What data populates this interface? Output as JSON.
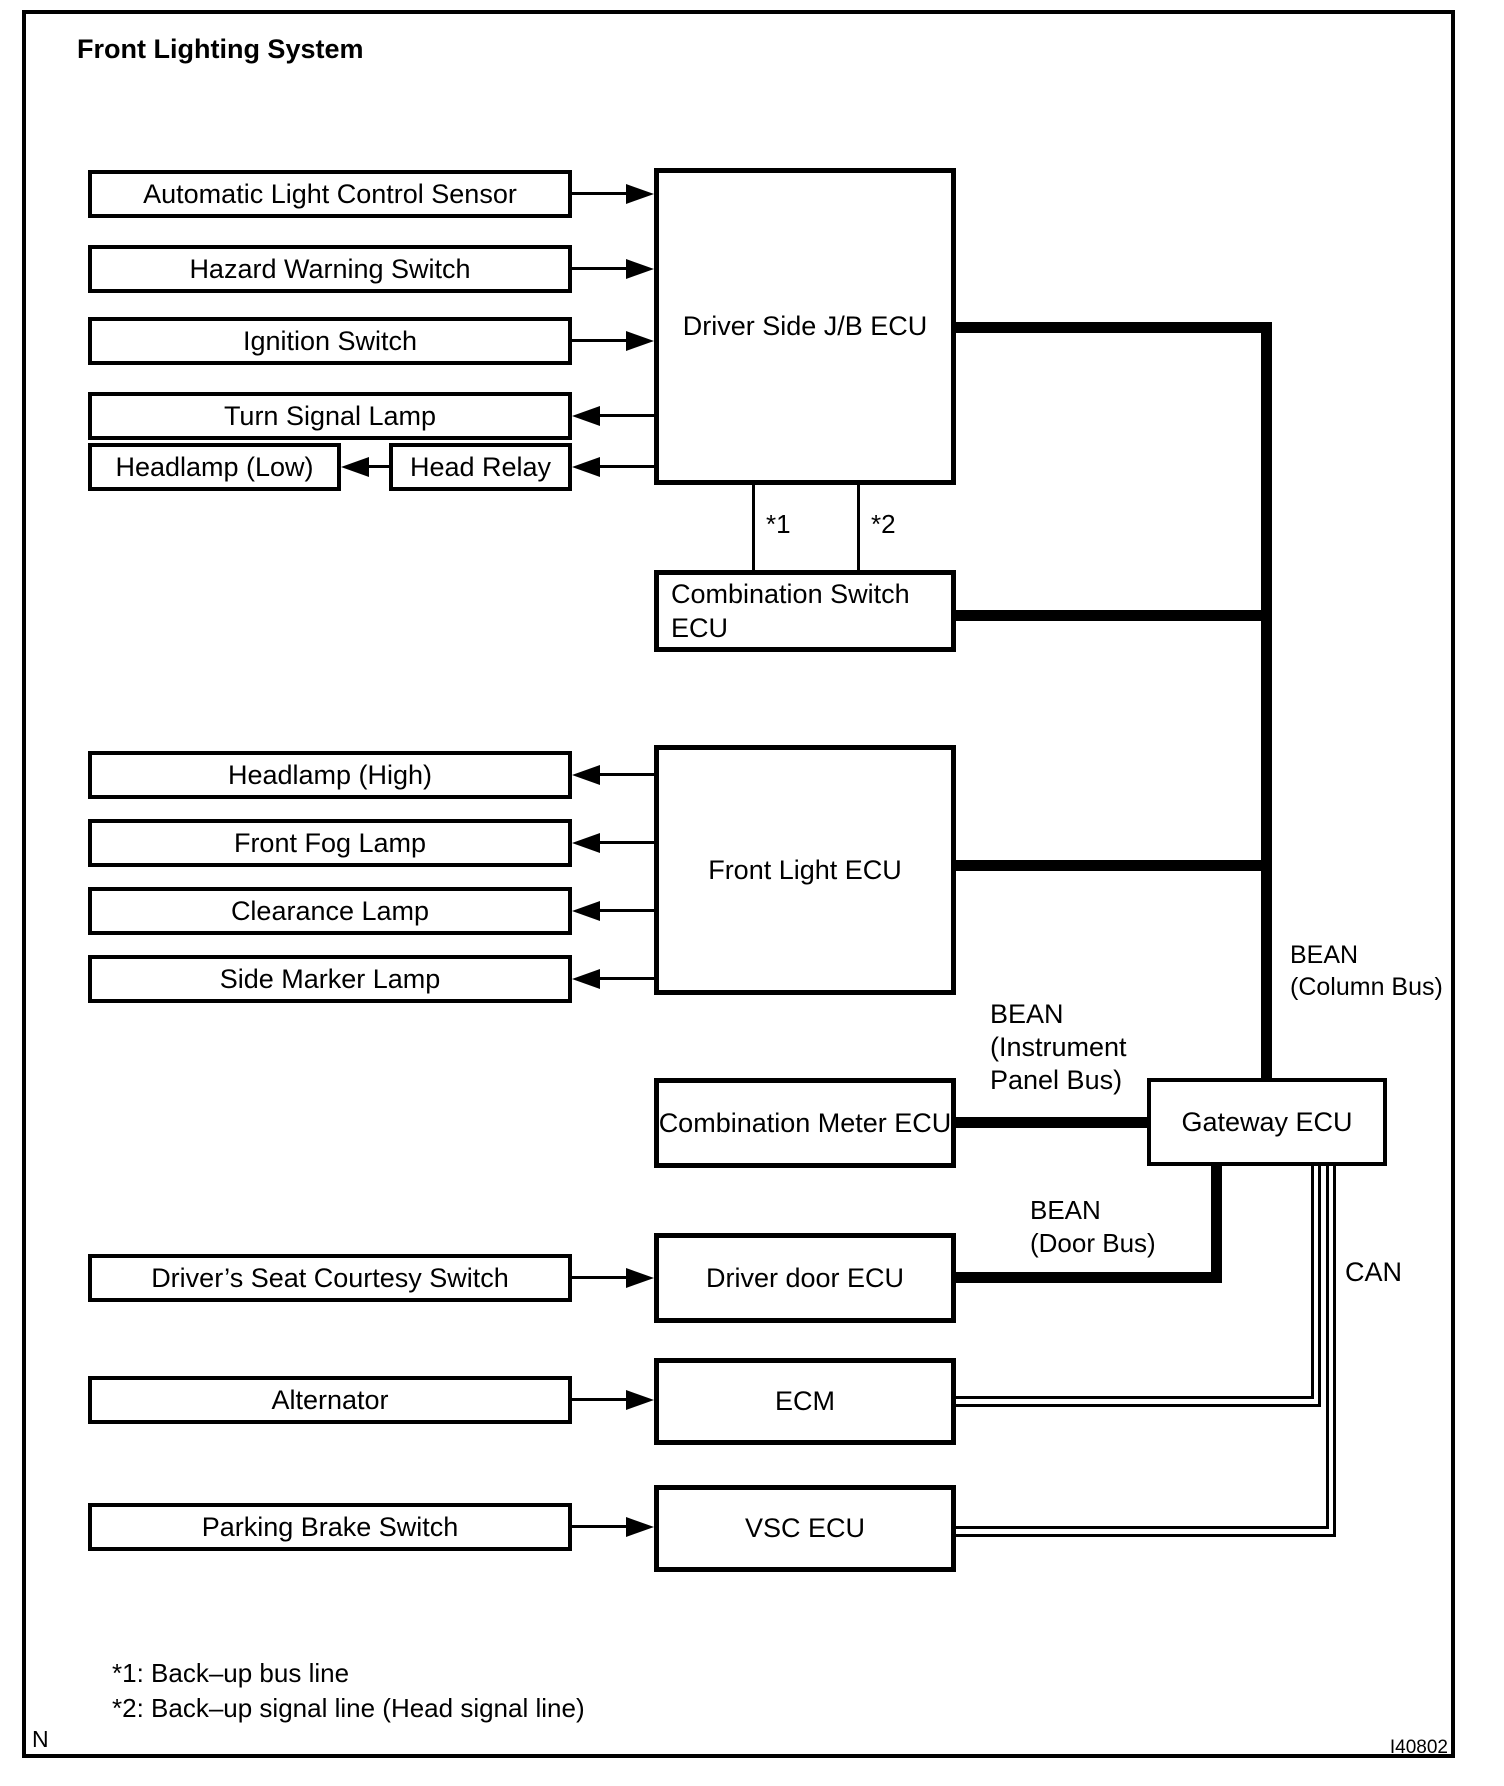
{
  "title": "Front Lighting System",
  "colors": {
    "ink": "#000000",
    "paper": "#ffffff"
  },
  "nodes": {
    "automatic_light_control_sensor": {
      "label": "Automatic Light Control Sensor"
    },
    "hazard_warning_switch": {
      "label": "Hazard Warning Switch"
    },
    "ignition_switch": {
      "label": "Ignition Switch"
    },
    "turn_signal_lamp": {
      "label": "Turn Signal Lamp"
    },
    "headlamp_low": {
      "label": "Headlamp (Low)"
    },
    "head_relay": {
      "label": "Head Relay"
    },
    "driver_side_jb_ecu": {
      "label": "Driver Side J/B ECU"
    },
    "combination_switch_ecu": {
      "line1": "Combination Switch",
      "line2": "ECU"
    },
    "headlamp_high": {
      "label": "Headlamp (High)"
    },
    "front_fog_lamp": {
      "label": "Front Fog Lamp"
    },
    "clearance_lamp": {
      "label": "Clearance Lamp"
    },
    "side_marker_lamp": {
      "label": "Side Marker Lamp"
    },
    "front_light_ecu": {
      "label": "Front Light ECU"
    },
    "combination_meter_ecu": {
      "label": "Combination Meter ECU"
    },
    "gateway_ecu": {
      "label": "Gateway ECU"
    },
    "drivers_seat_courtesy_switch": {
      "label": "Driver’s Seat Courtesy Switch"
    },
    "driver_door_ecu": {
      "label": "Driver door ECU"
    },
    "alternator": {
      "label": "Alternator"
    },
    "ecm": {
      "label": "ECM"
    },
    "parking_brake_switch": {
      "label": "Parking Brake Switch"
    },
    "vsc_ecu": {
      "label": "VSC ECU"
    }
  },
  "bus_labels": {
    "column": {
      "line1": "BEAN",
      "line2": "(Column Bus)"
    },
    "instrument": {
      "line1": "BEAN",
      "line2": "(Instrument",
      "line3": "Panel Bus)"
    },
    "door": {
      "line1": "BEAN",
      "line2": "(Door Bus)"
    },
    "can": "CAN"
  },
  "annotations": {
    "ref1": "*1",
    "ref2": "*2"
  },
  "footnotes": [
    "*1: Back–up bus line",
    "*2: Back–up signal line (Head signal line)"
  ],
  "page_marks": {
    "bottom_left": "N",
    "figure_code": "I40802"
  }
}
